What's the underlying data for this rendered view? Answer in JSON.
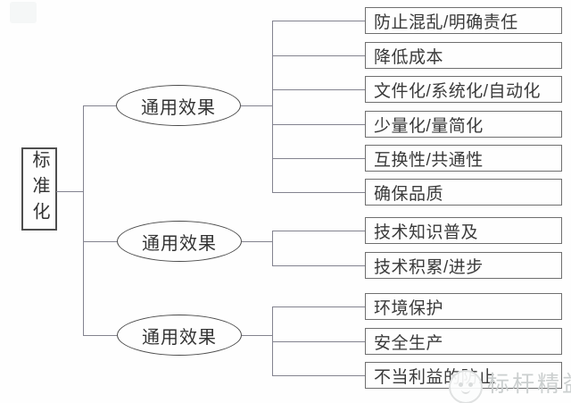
{
  "diagram": {
    "title_hint": "standardization-effects-tree",
    "root": {
      "label": "标准化"
    },
    "groups": [
      {
        "node": "通用效果",
        "boxes": [
          "防止混乱/明确责任",
          "降低成本",
          "文件化/系统化/自动化",
          "少量化/量简化",
          "互换性/共通性",
          "确保品质"
        ]
      },
      {
        "node": "通用效果",
        "boxes": [
          "技术知识普及",
          "技术积累/进步"
        ]
      },
      {
        "node": "通用效果",
        "boxes": [
          "环境保护",
          "安全生产",
          "不当利益的防止"
        ]
      }
    ]
  },
  "watermark": {
    "text": "标杆精益",
    "logo": "panda-face-logo"
  },
  "colors": {
    "background": "#fefefe",
    "connector_line": "#83838f",
    "box_border": "#6f6f6f",
    "node_border": "#4a4a4a",
    "text": "#3a3a3a",
    "watermark": "#cbcfcf"
  }
}
